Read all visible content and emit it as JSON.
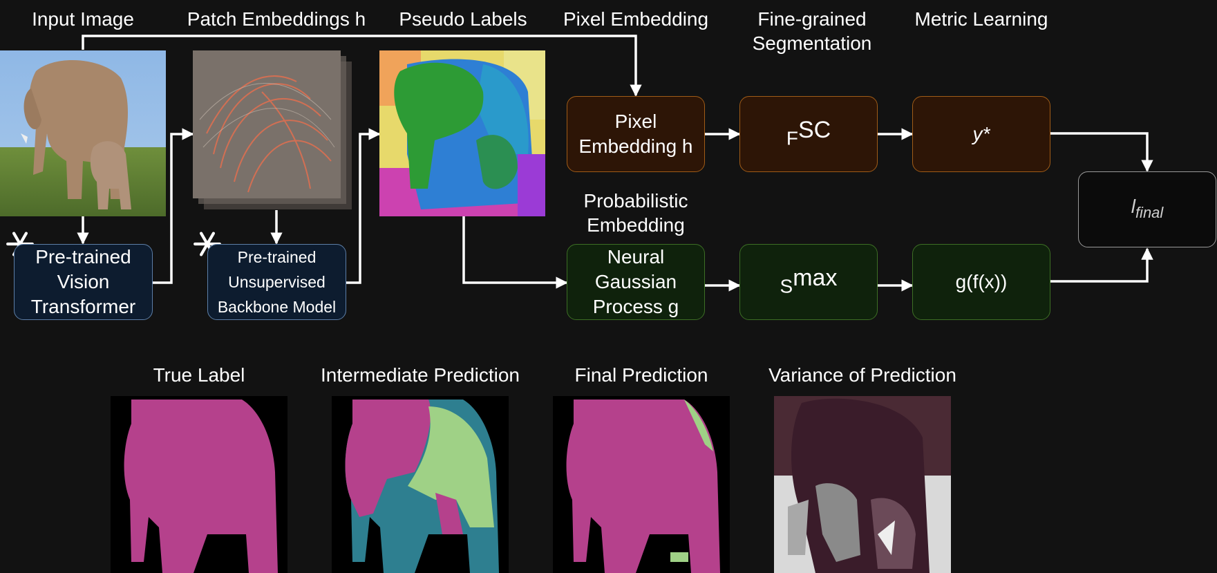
{
  "stage_titles": {
    "input_image": "Input Image",
    "patch_embeddings": "Patch Embeddings h",
    "pseudo_labels": "Pseudo Labels",
    "pixel_embedding": "Pixel Embedding",
    "fine_grained_1": "Fine-grained",
    "fine_grained_2": "Segmentation",
    "metric_learning": "Metric Learning",
    "probabilistic_1": "Probabilistic",
    "probabilistic_2": "Embedding"
  },
  "boxes": {
    "vit": [
      "Pre-trained",
      "Vision",
      "Transformer"
    ],
    "backbone": [
      "Pre-trained",
      "Unsupervised",
      "Backbone Model"
    ],
    "pixel_embedding": [
      "Pixel",
      "Embedding h"
    ],
    "fsc": {
      "base": "F",
      "sup": "SC"
    },
    "ystar": "y*",
    "ngp": [
      "Neural",
      "Gaussian",
      "Process g"
    ],
    "smax": {
      "base": "S",
      "sup": "max"
    },
    "gfx": "g(f(x))",
    "lfinal": {
      "base": "l",
      "sub": "final"
    }
  },
  "bottom_titles": {
    "true_label": "True Label",
    "intermediate": "Intermediate Prediction",
    "final": "Final Prediction",
    "variance": "Variance of Prediction"
  },
  "icons": {
    "frozen_vit": "snowflake-icon",
    "frozen_backbone": "snowflake-icon"
  },
  "colors": {
    "background": "#121212",
    "orange_box_fill": "#2d1506",
    "orange_box_border": "#a15c17",
    "green_box_fill": "#0f220c",
    "green_box_border": "#3d6f25",
    "navy_box_fill": "#0d1c2f",
    "navy_box_border": "#5d7fa8",
    "segment_magenta": "#b5418c",
    "segment_light_green": "#9fd186",
    "segment_teal": "#2e7f90"
  }
}
